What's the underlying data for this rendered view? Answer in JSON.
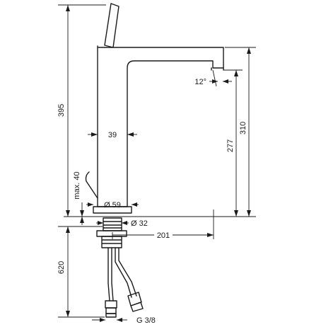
{
  "dimensions": {
    "total_height": "395",
    "spout_height": "310",
    "spout_outlet_height": "277",
    "spout_angle": "12°",
    "body_width": "39",
    "max_deck_thickness": "max. 40",
    "base_diameter": "Ø 59",
    "hole_diameter": "Ø 32",
    "spout_reach": "201",
    "hose_length": "620",
    "connection_thread": "G 3/8"
  }
}
